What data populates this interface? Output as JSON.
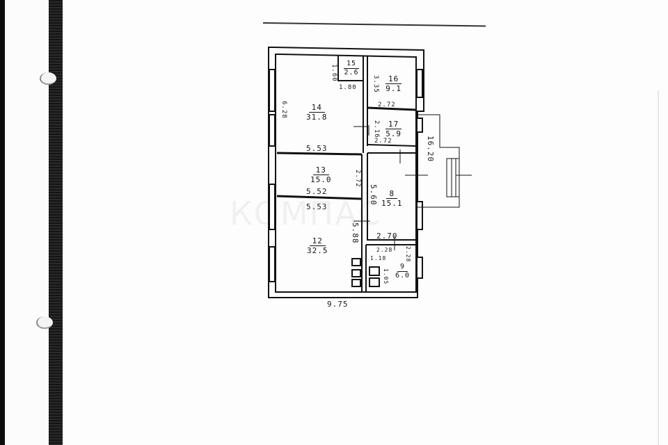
{
  "floor_plan": {
    "rooms": [
      {
        "id": "14",
        "area": "31.8"
      },
      {
        "id": "15",
        "area": "2.6"
      },
      {
        "id": "16",
        "area": "9.1"
      },
      {
        "id": "17",
        "area": "5.9"
      },
      {
        "id": "13",
        "area": "15.0"
      },
      {
        "id": "8",
        "area": "15.1"
      },
      {
        "id": "12",
        "area": "32.5"
      },
      {
        "id": "9",
        "area": "6.0"
      }
    ],
    "dimensions": {
      "d_1_60": "1.60",
      "d_1_80": "1.80",
      "d_3_35": "3.35",
      "d_6_28": "6.28",
      "d_2_72_a": "2.72",
      "d_2_16": "2.16",
      "d_2_72_b": "2.72",
      "d_5_53_a": "5.53",
      "d_16_20": "16.20",
      "d_2_72_c": "2.72",
      "d_5_52": "5.52",
      "d_5_53_b": "5.53",
      "d_5_60": "5.60",
      "d_5_88": "5.88",
      "d_2_70": "2.70",
      "d_2_28": "2.28",
      "d_2_28b": "2.28",
      "d_1_18": "1.18",
      "d_1_05": "1.05",
      "d_9_75": "9.75"
    },
    "watermark": "КОМПАС"
  }
}
